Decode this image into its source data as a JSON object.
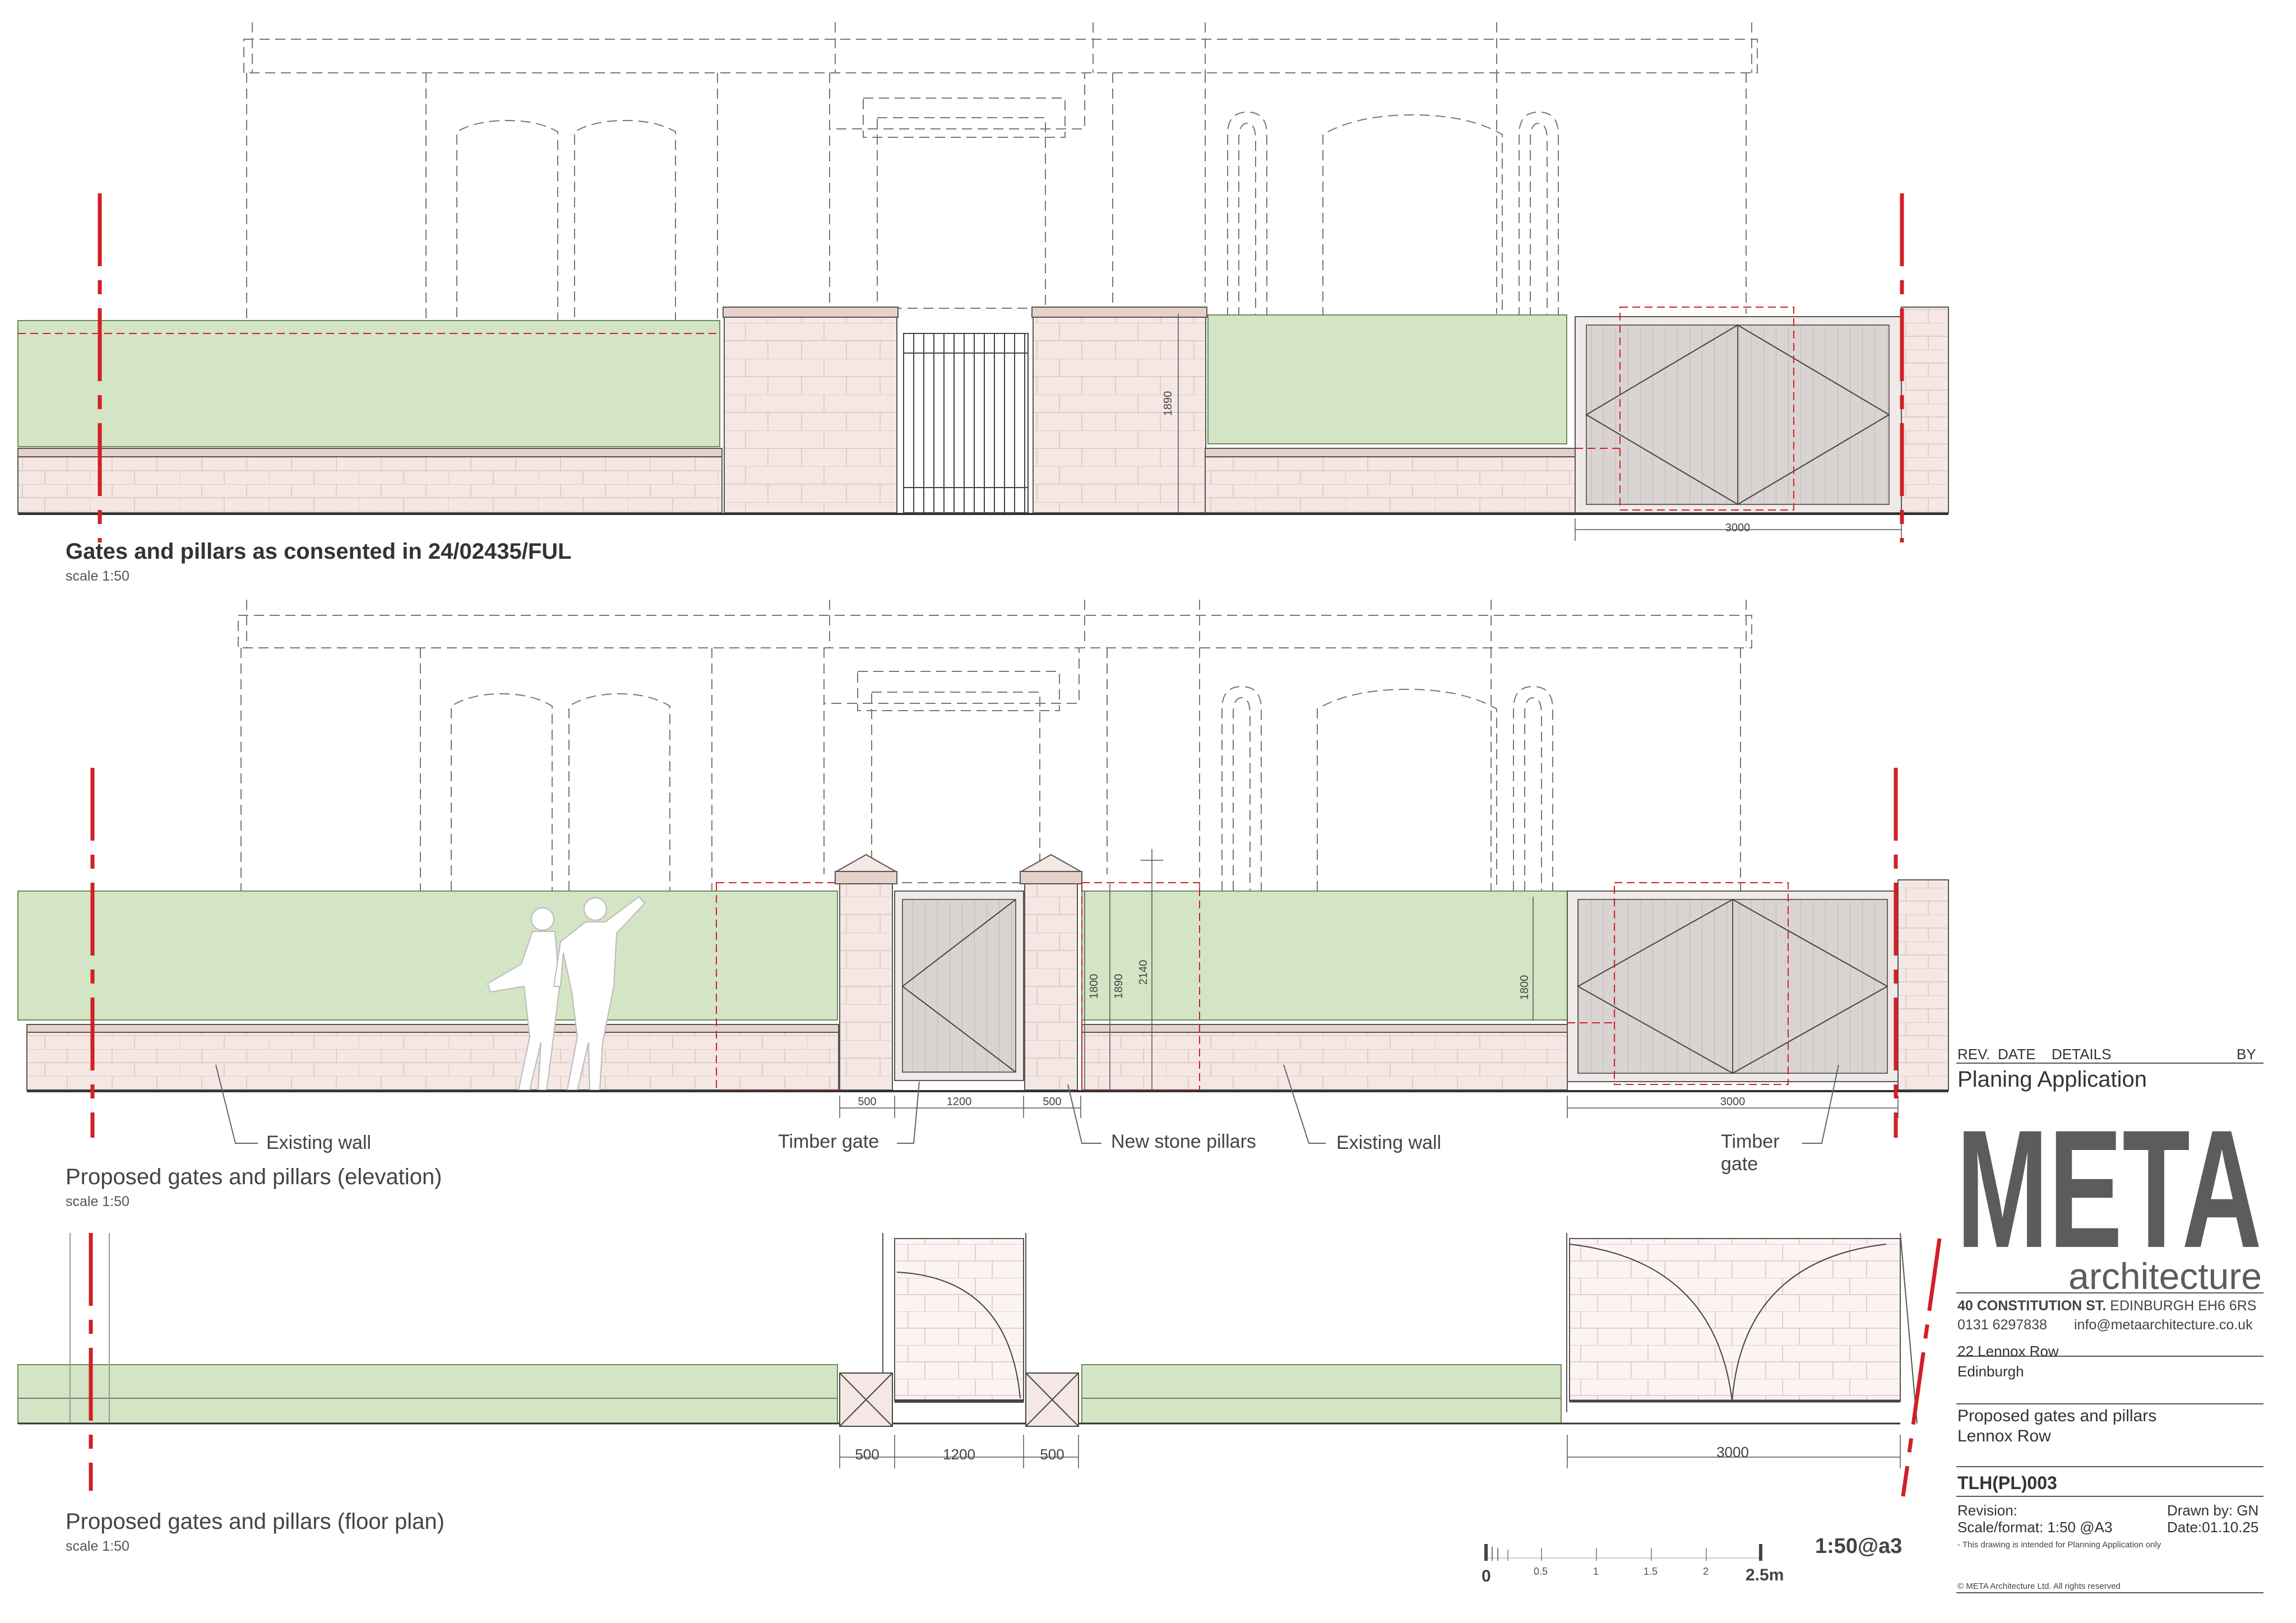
{
  "elevation_top": {
    "title": "Gates and pillars as consented in 24/02435/FUL",
    "scale": "scale 1:50",
    "dims": {
      "pillar_height": "1890",
      "gate_width": "3000"
    }
  },
  "elevation_proposed": {
    "title": "Proposed gates and pillars (elevation)",
    "scale": "scale 1:50",
    "dims": {
      "d1800a": "1800",
      "d1890": "1890",
      "d2140": "2140",
      "d1800b": "1800",
      "w500a": "500",
      "w1200": "1200",
      "w500b": "500",
      "w3000": "3000"
    },
    "callouts": {
      "existing_wall_left": "Existing wall",
      "timber_gate_mid": "Timber gate",
      "new_stone_pillars": "New stone pillars",
      "existing_wall_right": "Existing wall",
      "timber_gate_right_1": "Timber",
      "timber_gate_right_2": "gate"
    }
  },
  "plan": {
    "title": "Proposed gates and pillars (floor plan)",
    "scale": "scale 1:50",
    "dims": {
      "w500a": "500",
      "w1200": "1200",
      "w500b": "500",
      "w3000": "3000"
    }
  },
  "scale_bar": {
    "ticks": [
      "0",
      "0.5",
      "1",
      "1.5",
      "2",
      "2.5m"
    ],
    "ratio": "1:50@a3"
  },
  "title_block": {
    "rev_header": {
      "rev": "REV.",
      "date": "DATE",
      "details": "DETAILS",
      "by": "BY"
    },
    "status": "Planing Application",
    "logo_main": "META",
    "logo_sub": "architecture",
    "address_bold": "40 CONSTITUTION ST.",
    "address_rest": "EDINBURGH  EH6 6RS",
    "phone": "0131 6297838",
    "email": "info@metaarchitecture.co.uk",
    "site_line1": "22 Lennox Row",
    "site_line2": "Edinburgh",
    "drawing_title_1": "Proposed gates and pillars",
    "drawing_title_2": "Lennox Row",
    "drawing_number": "TLH(PL)003",
    "revision_label": "Revision:",
    "drawn_by": "Drawn by: GN",
    "scale_format": "Scale/format:  1:50    @A3",
    "date": "Date:01.10.25",
    "note": "- This drawing is intended for Planning Application only",
    "copyright": "©  META Architecture Ltd.  All rights reserved"
  },
  "colors": {
    "hedge": "#d3e5c4",
    "stone": "#f5e7e3",
    "gate": "#d9d3d2",
    "red_line": "#d21f26",
    "line": "#555555"
  }
}
